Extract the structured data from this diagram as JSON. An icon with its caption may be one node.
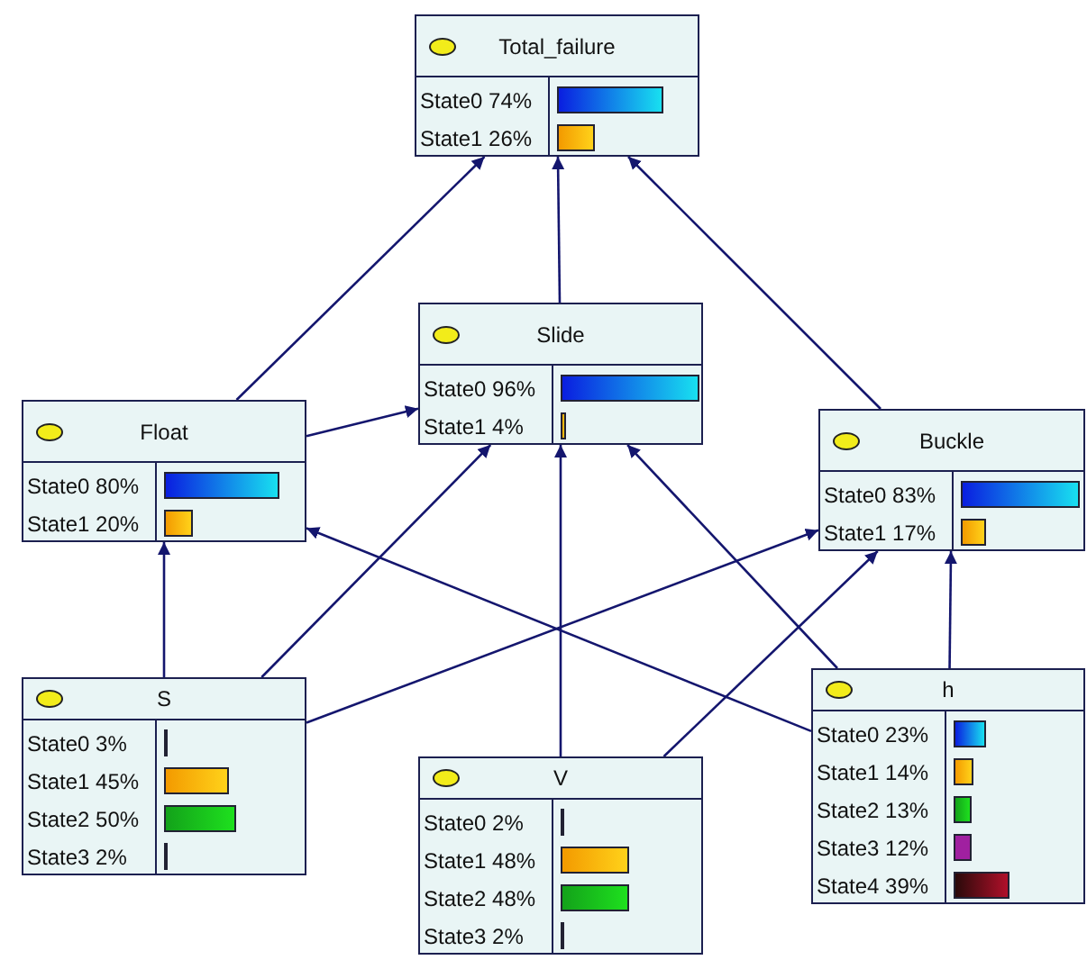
{
  "diagram": {
    "nodes": [
      {
        "text": [
          "Total_failure",
          "State0 74%",
          "State1 26%"
        ]
      },
      {
        "text": [
          "Slide",
          "State0 96%",
          "State1 4%"
        ]
      },
      {
        "text": [
          "Float",
          "State0 80%",
          "State1 20%"
        ]
      },
      {
        "text": [
          "Buckle",
          "State0 83%",
          "State1 17%"
        ]
      },
      {
        "text": [
          "S",
          "State0 3%",
          "State1 45%",
          "State2 50%",
          "State3 2%"
        ]
      },
      {
        "text": [
          "V",
          "State0 2%",
          "State1 48%",
          "State2 48%",
          "State3 2%"
        ]
      },
      {
        "text": [
          "h",
          "State0 23%",
          "State1 14%",
          "State2 13%",
          "State3 12%",
          "State4 39%"
        ]
      }
    ],
    "edges": [
      {
        "from": 2,
        "to": 0,
        "arrow": "to"
      },
      {
        "from": 1,
        "to": 0,
        "arrow": "to"
      },
      {
        "from": 3,
        "to": 0,
        "arrow": "to"
      },
      {
        "from": 2,
        "to": 1,
        "arrow": "to"
      },
      {
        "from": 4,
        "to": 2,
        "arrow": "to"
      },
      {
        "from": 4,
        "to": 1,
        "arrow": "to"
      },
      {
        "from": 4,
        "to": 3,
        "arrow": "to"
      },
      {
        "from": 5,
        "to": 1,
        "arrow": "to"
      },
      {
        "from": 5,
        "to": 3,
        "arrow": "to"
      },
      {
        "from": 6,
        "to": 1,
        "arrow": "to"
      },
      {
        "from": 6,
        "to": 2,
        "arrow": "to"
      },
      {
        "from": 6,
        "to": 3,
        "arrow": "to"
      }
    ]
  }
}
